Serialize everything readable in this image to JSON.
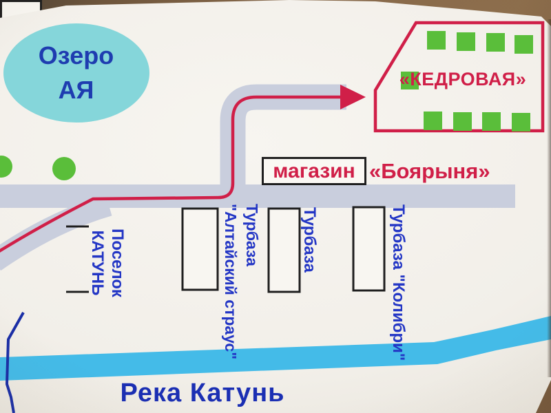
{
  "map": {
    "lake": {
      "line1": "Озеро",
      "line2": "АЯ"
    },
    "resort": {
      "name": "«КЕДРОВАЯ»"
    },
    "shop": {
      "box_label": "магазин",
      "name": "«Боярыня»"
    },
    "village": {
      "line1": "Поселок",
      "line2": "КАТУНЬ"
    },
    "camps": [
      {
        "line1": "Турбаза",
        "line2": "\"Алтайский страус\""
      },
      {
        "line1": "Турбаза"
      },
      {
        "line1": "Турбаза \"Колибри\""
      }
    ],
    "river": {
      "name": "Река Катунь"
    }
  },
  "colors": {
    "route_red": "#d01f48",
    "road_gray": "#c9cedd",
    "river_cyan": "#44bbe8",
    "lake_teal": "#85d6da",
    "green": "#5abe3a",
    "label_blue": "#2336c5",
    "lake_blue": "#1e3cb0",
    "river_text_blue": "#1b2fb3",
    "outline_black": "#1f1f1f"
  }
}
